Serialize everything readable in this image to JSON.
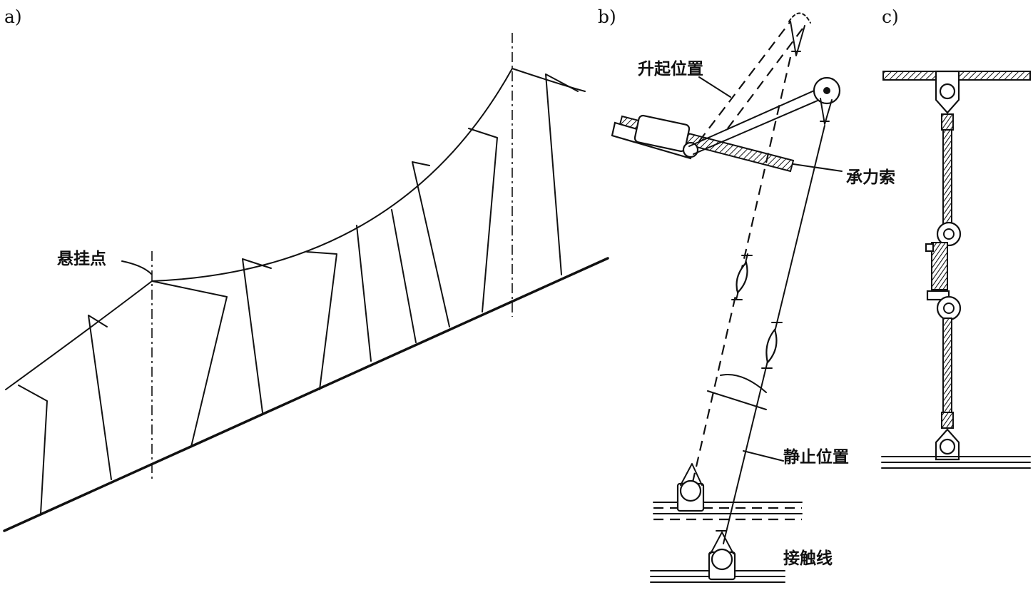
{
  "panels": {
    "a": {
      "label": "a)",
      "callout": "悬挂点"
    },
    "b": {
      "label": "b)",
      "callouts": {
        "raised": "升起位置",
        "messenger": "承力索",
        "rest": "静止位置",
        "contact": "接触线"
      }
    },
    "c": {
      "label": "c)"
    }
  }
}
